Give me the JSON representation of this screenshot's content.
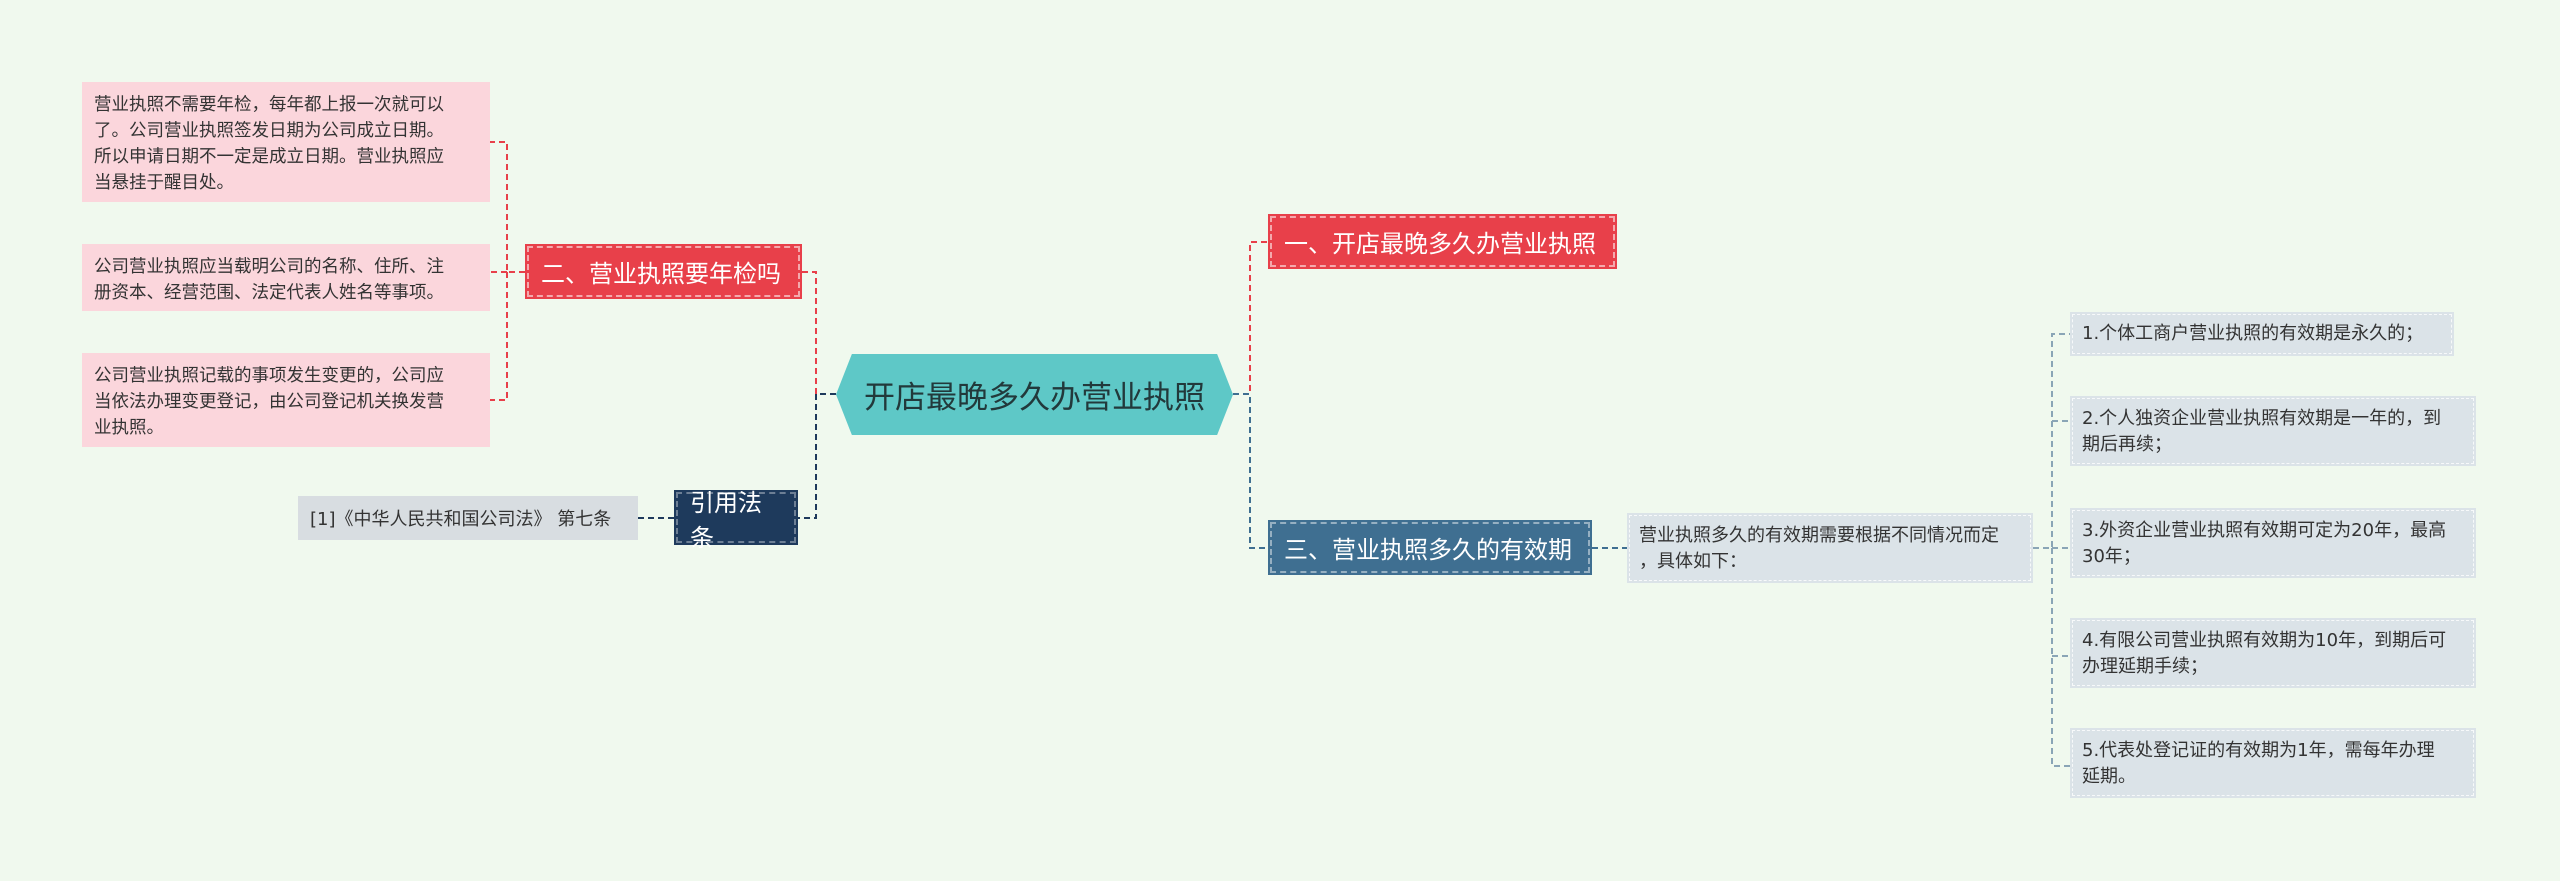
{
  "root": {
    "label": "开店最晚多久办营业执照"
  },
  "branches": {
    "b1": {
      "label": "一、开店最晚多久办营业执照"
    },
    "b2": {
      "label": "二、营业执照要年检吗",
      "children": [
        "营业执照不需要年检，每年都上报一次就可以\n了。公司营业执照签发日期为公司成立日期。\n所以申请日期不一定是成立日期。营业执照应\n当悬挂于醒目处。",
        "公司营业执照应当载明公司的名称、住所、注\n册资本、经营范围、法定代表人姓名等事项。",
        "公司营业执照记载的事项发生变更的，公司应\n当依法办理变更登记，由公司登记机关换发营\n业执照。"
      ]
    },
    "b3": {
      "label": "三、营业执照多久的有效期",
      "summary": "营业执照多久的有效期需要根据不同情况而定\n，具体如下：",
      "items": [
        "1.个体工商户营业执照的有效期是永久的；",
        "2.个人独资企业营业执照有效期是一年的，到\n期后再续；",
        "3.外资企业营业执照有效期可定为20年，最高\n30年；",
        "4.有限公司营业执照有效期为10年，到期后可\n办理延期手续；",
        "5.代表处登记证的有效期为1年，需每年办理\n延期。"
      ]
    },
    "ref": {
      "label": "引用法条",
      "children": [
        "[1]《中华人民共和国公司法》 第七条"
      ]
    }
  },
  "colors": {
    "background": "#f0f9ee",
    "root": "#5ec8c7",
    "red_branch": "#e8404a",
    "blue_branch": "#3f6f91",
    "navy_branch": "#1e3a5c",
    "pink_leaf": "#fbd6dc",
    "grey_leaf": "#dbe3e8"
  }
}
